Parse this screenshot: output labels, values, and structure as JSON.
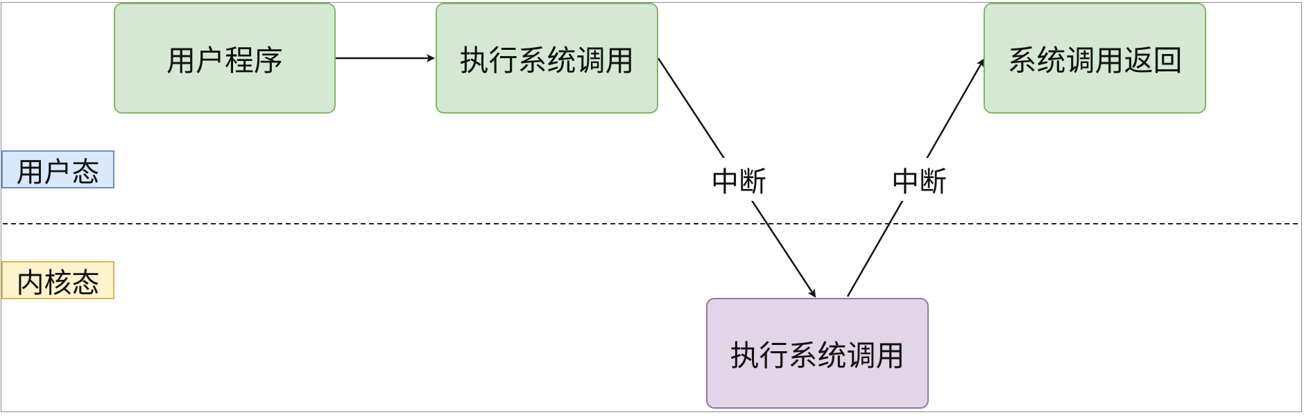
{
  "states": {
    "user": "用户态",
    "kernel": "内核态"
  },
  "nodes": {
    "user_program": "用户程序",
    "exec_syscall_user": "执行系统调用",
    "syscall_return": "系统调用返回",
    "exec_syscall_kernel": "执行系统调用"
  },
  "edges": {
    "interrupt_down": "中断",
    "interrupt_up": "中断"
  },
  "colors": {
    "green_fill": "#d5e8d4",
    "green_stroke": "#82b366",
    "purple_fill": "#e1d5e7",
    "purple_stroke": "#9673a6",
    "user_state_fill": "#dae8fc",
    "user_state_stroke": "#6c8ebf",
    "kernel_state_fill": "#fff2cc",
    "kernel_state_stroke": "#d6b656"
  }
}
